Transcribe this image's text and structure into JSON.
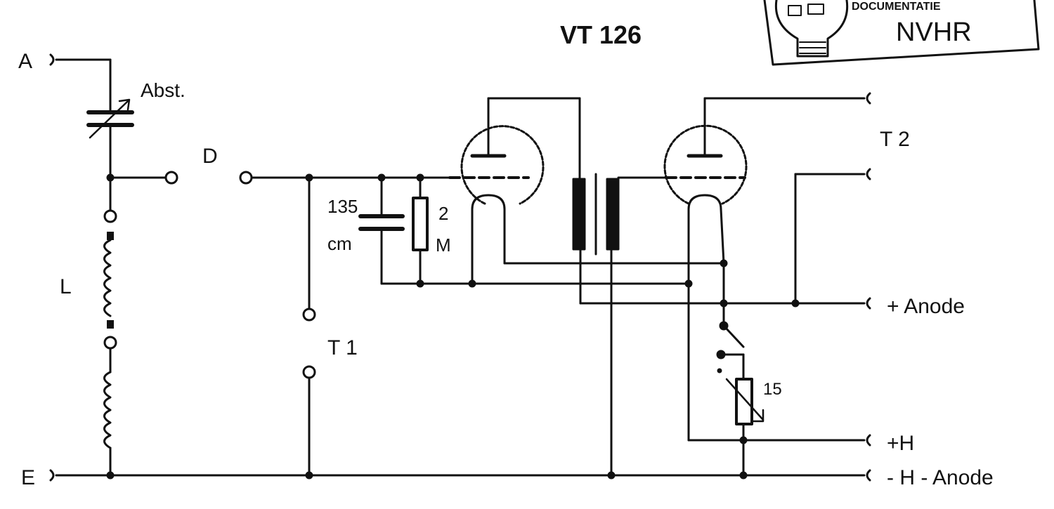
{
  "title": "VT 126",
  "stamp": {
    "top_text": "DOCUMENTATIE",
    "main_text": "NVHR"
  },
  "terminals": {
    "a": "A",
    "e": "E",
    "d": "D",
    "t1": "T 1",
    "t2": "T 2",
    "anode_plus": "+ Anode",
    "h_plus": "+H",
    "h_minus_anode_minus": "- H  - Anode"
  },
  "components": {
    "capacitor_abst": "Abst.",
    "coil_l": "L",
    "grid_capacitor_value": "135",
    "grid_capacitor_unit": "cm",
    "grid_leak_value": "2",
    "grid_leak_unit": "M",
    "rheostat_value": "15"
  },
  "colors": {
    "ink": "#111111",
    "paper": "#ffffff"
  }
}
